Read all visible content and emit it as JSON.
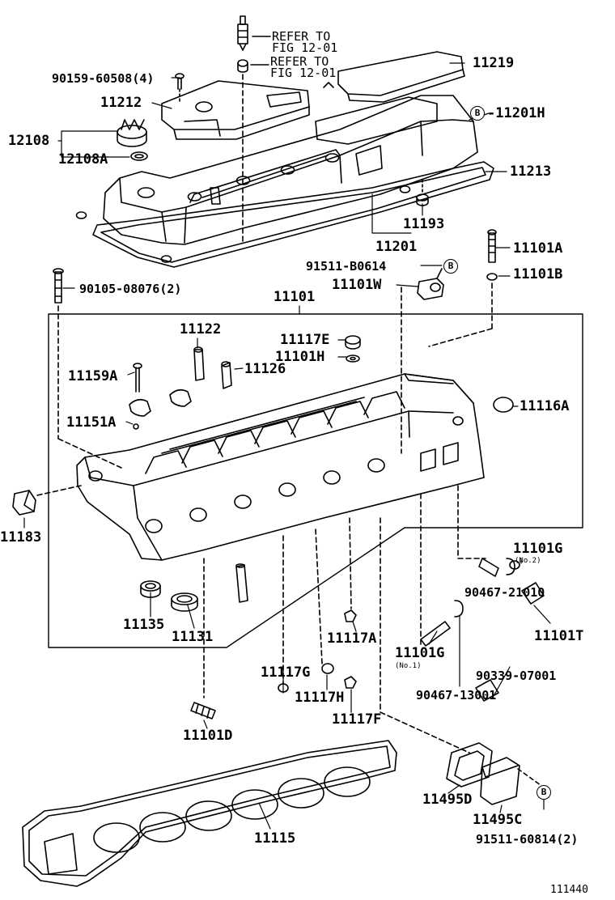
{
  "diagram": {
    "refer1": [
      "REFER TO",
      "FIG 12-01"
    ],
    "refer2": [
      "REFER TO",
      "FIG 12-01"
    ],
    "bolt_marker": "B",
    "parts": {
      "p90159": "90159-60508(4)",
      "p11212": "11212",
      "p12108": "12108",
      "p12108A": "12108A",
      "p11219": "11219",
      "p11201H": "-11201H",
      "p11213": "11213",
      "p11193": "11193",
      "p11201": "11201",
      "p11101A": "11101A",
      "p11101B": "11101B",
      "p91511B": "91511-B0614",
      "p11101W": "11101W",
      "p90105": "90105-08076(2)",
      "p11101": "11101",
      "p11122": "11122",
      "p11117E": "11117E",
      "p11101H": "11101H",
      "p11159A": "11159A",
      "p11126": "11126",
      "p11116A": "11116A",
      "p11151A": "11151A",
      "p11183": "11183",
      "p11101G2": "11101G",
      "p11101G2note": "(No.2)",
      "p90467_21010": "90467-21010",
      "p11101T": "11101T",
      "p11135": "11135",
      "p11131": "11131",
      "p11117A": "11117A",
      "p11101G1": "11101G",
      "p11101G1note": "(No.1)",
      "p11117G": "11117G",
      "p90339": "90339-07001",
      "p11117H": "11117H",
      "p90467_13001": "90467-13001",
      "p11117F": "11117F",
      "p11101D": "11101D",
      "p11495D": "11495D",
      "p11495C": "11495C",
      "p11115": "11115",
      "p91511_60814": "91511-60814(2)",
      "fig_code": "111440"
    }
  }
}
